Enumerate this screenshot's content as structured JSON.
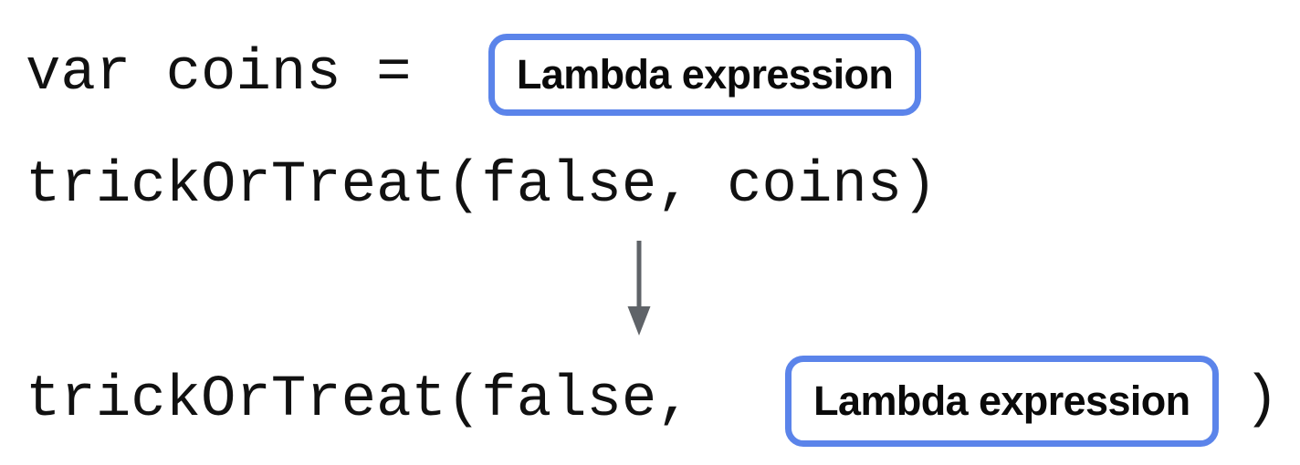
{
  "diagram": {
    "background_color": "#ffffff",
    "accent_blue": "#5b84ea",
    "arrow_color": "#5f6368",
    "line1": {
      "code": "var coins = ",
      "box_label": "Lambda expression"
    },
    "line2": {
      "code": "trickOrTreat(false, coins)"
    },
    "line3": {
      "code_before": "trickOrTreat(false, ",
      "box_label": "Lambda expression",
      "code_after": ")"
    }
  }
}
